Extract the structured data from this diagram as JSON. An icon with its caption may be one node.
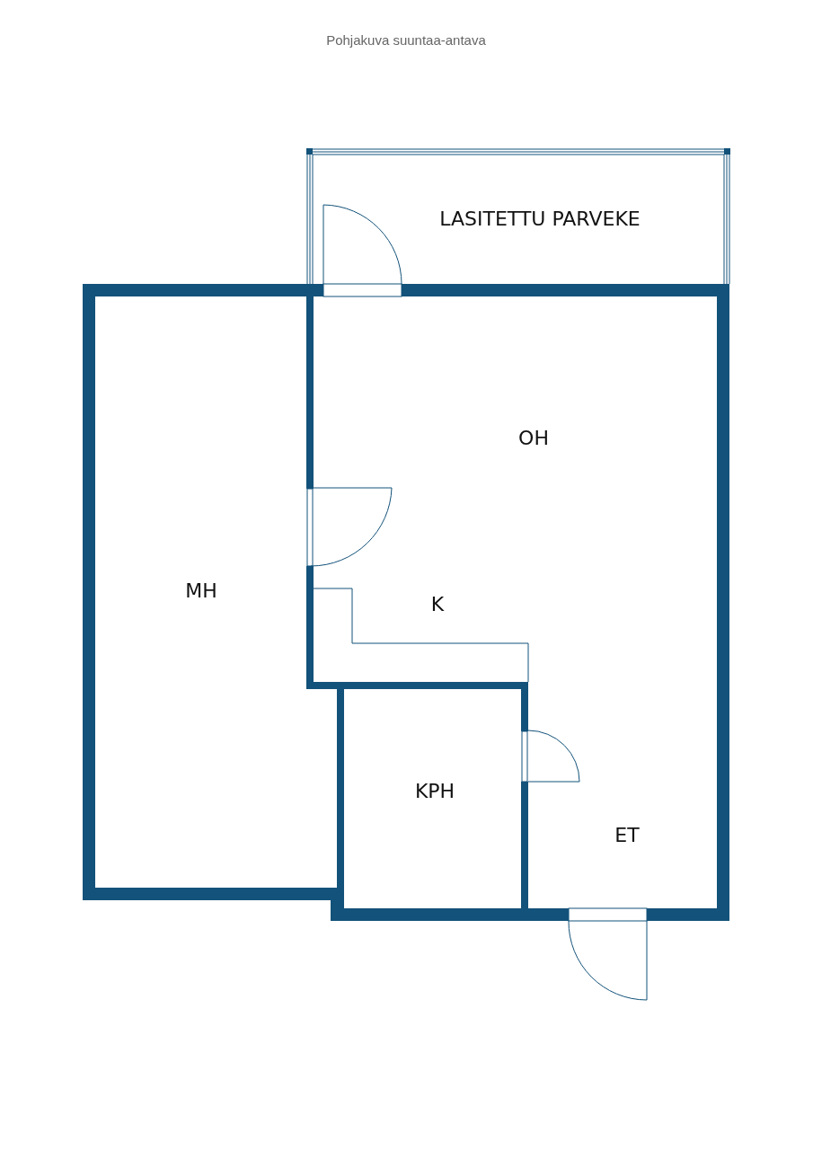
{
  "diagram": {
    "title": "Pohjakuva suuntaa-antava",
    "labels": [
      "LASITETTU PARVEKE",
      "OH",
      "MH",
      "K",
      "KPH",
      "ET"
    ]
  }
}
